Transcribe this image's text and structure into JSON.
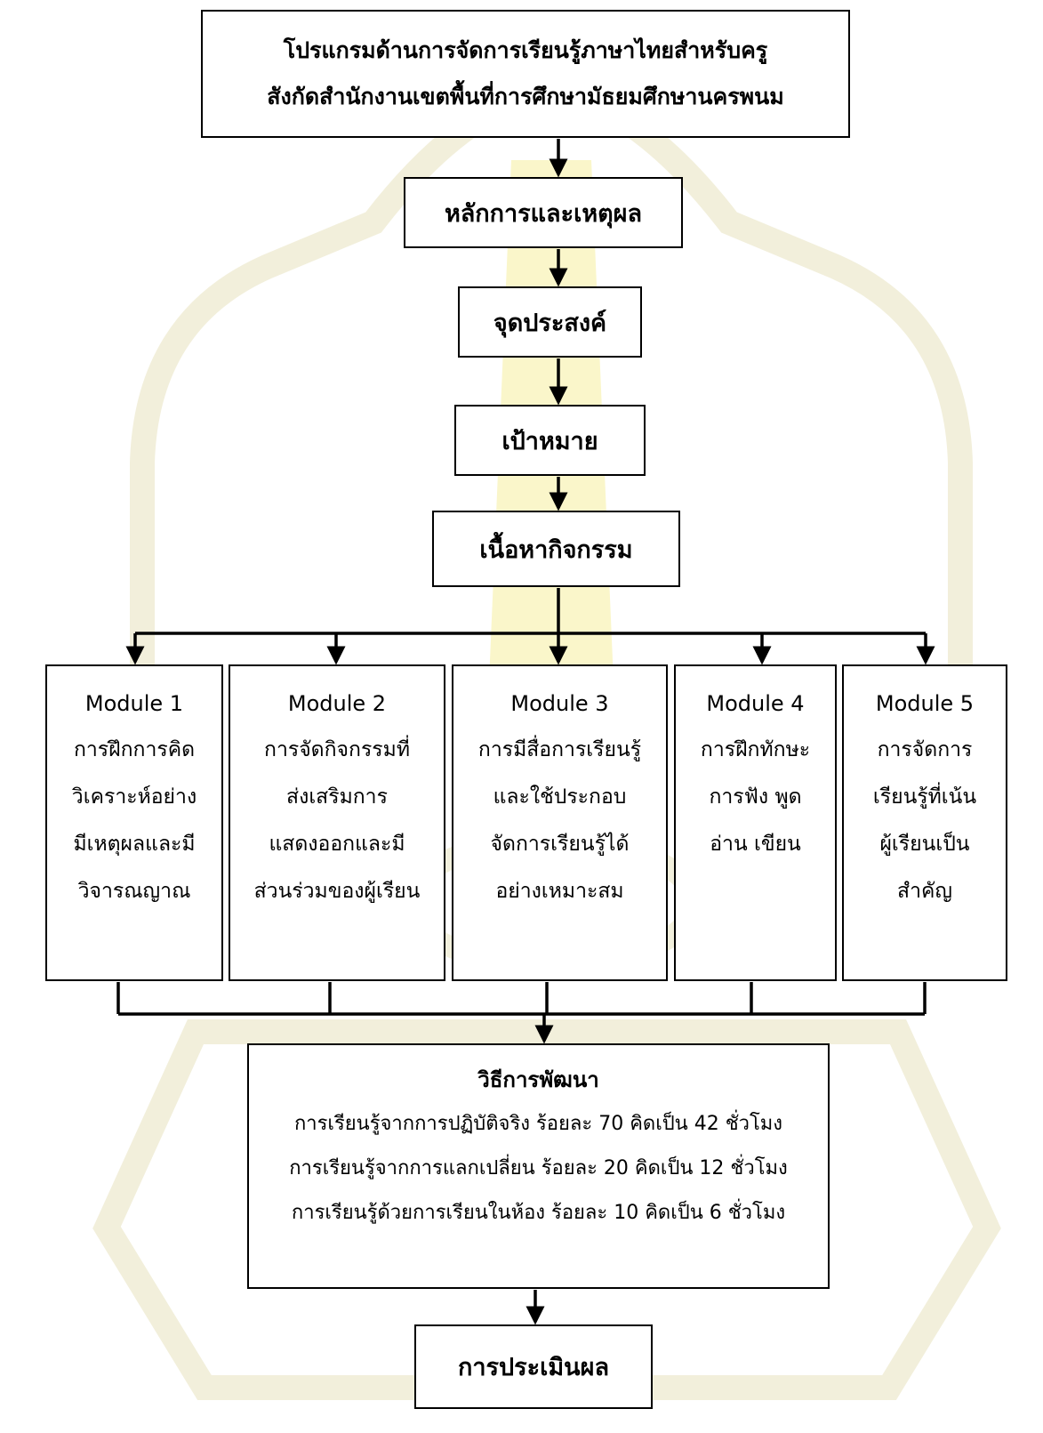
{
  "title_box": {
    "line1": "โปรแกรมด้านการจัดการเรียนรู้ภาษาไทยสำหรับครู",
    "line2": "สังกัดสำนักงานเขตพื้นที่การศึกษามัธยมศึกษานครพนม"
  },
  "principles": "หลักการและเหตุผล",
  "objectives": "จุดประสงค์",
  "goals": "เป้าหมาย",
  "activities": "เนื้อหากิจกรรม",
  "modules": [
    {
      "title": "Module 1",
      "lines": [
        "การฝึกการคิด",
        "วิเคราะห์อย่าง",
        "มีเหตุผลและมี",
        "วิจารณญาณ"
      ]
    },
    {
      "title": "Module 2",
      "lines": [
        "การจัดกิจกรรมที่",
        "ส่งเสริมการ",
        "แสดงออกและมี",
        "ส่วนร่วมของผู้เรียน"
      ]
    },
    {
      "title": "Module 3",
      "lines": [
        "การมีสื่อการเรียนรู้",
        "และใช้ประกอบ",
        "จัดการเรียนรู้ได้",
        "อย่างเหมาะสม"
      ]
    },
    {
      "title": "Module 4",
      "lines": [
        "การฝึกทักษะ",
        "การฟัง พูด",
        "อ่าน เขียน"
      ]
    },
    {
      "title": "Module 5",
      "lines": [
        "การจัดการ",
        "เรียนรู้ที่เน้น",
        "ผู้เรียนเป็น",
        "สำคัญ"
      ]
    }
  ],
  "development": {
    "heading": "วิธีการพัฒนา",
    "lines": [
      "การเรียนรู้จากการปฏิบัติจริง ร้อยละ 70    คิดเป็น  42 ชั่วโมง",
      "การเรียนรู้จากการแลกเปลี่ยน ร้อยละ 20  คิดเป็น  12 ชั่วโมง",
      "การเรียนรู้ด้วยการเรียนในห้อง ร้อยละ 10  คิดเป็น  6 ชั่วโมง"
    ]
  },
  "evaluation": "การประเมินผล",
  "watermark_color": "#f2efc2",
  "watermark_accent_color": "#f6ec9a"
}
